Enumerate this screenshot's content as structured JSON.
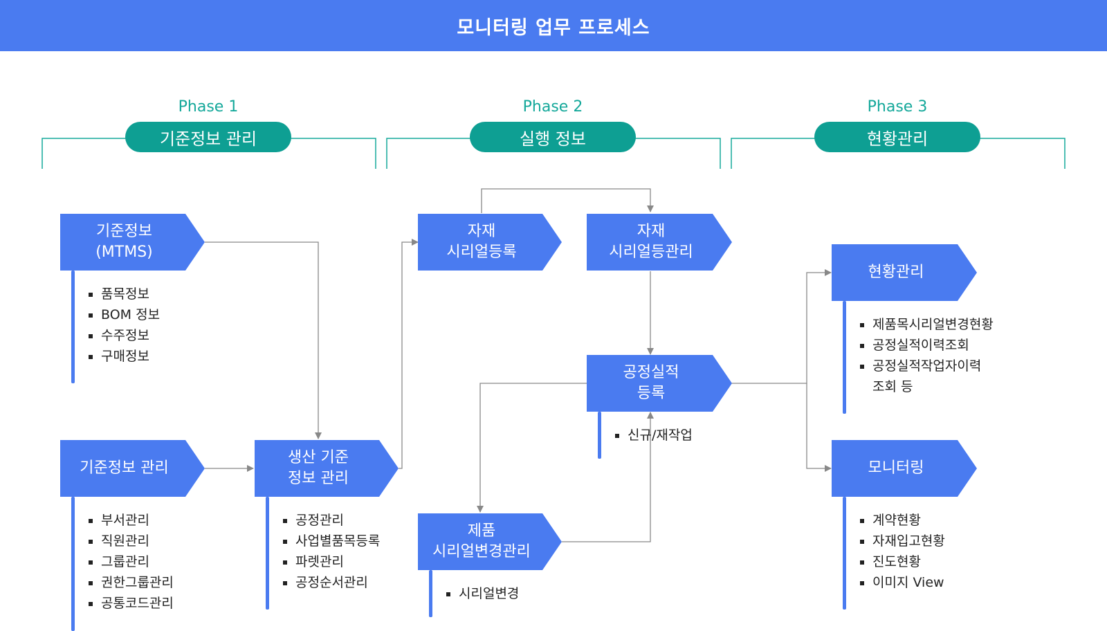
{
  "header": {
    "title": "모니터링 업무 프로세스"
  },
  "colors": {
    "header": "#4a7bf0",
    "box": "#4a7bf0",
    "phase": "#0e9f93",
    "phase_text": "#14a89a",
    "connector": "#888888"
  },
  "phases": [
    {
      "label": "Phase 1",
      "title": "기준정보 관리"
    },
    {
      "label": "Phase 2",
      "title": "실행 정보"
    },
    {
      "label": "Phase 3",
      "title": "현황관리"
    }
  ],
  "boxes": {
    "master_data_mtms": "기준정보\n(MTMS)",
    "master_data_mgmt": "기준정보 관리",
    "production_master": "생산 기준\n정보 관리",
    "material_serial_reg": "자재\n시리얼등록",
    "material_serial_mgmt": "자재\n시리얼등관리",
    "process_result_reg": "공정실적\n등록",
    "product_serial_change": "제품\n시리얼변경관리",
    "status_mgmt": "현황관리",
    "monitoring": "모니터링"
  },
  "lists": {
    "master_data_mtms": [
      "품목정보",
      "BOM 정보",
      "수주정보",
      "구매정보"
    ],
    "master_data_mgmt": [
      "부서관리",
      "직원관리",
      "그룹관리",
      "권한그룹관리",
      "공통코드관리"
    ],
    "production_master": [
      "공정관리",
      "사업별품목등록",
      "파렛관리",
      "공정순서관리"
    ],
    "process_result_reg": [
      "신규/재작업"
    ],
    "product_serial_change": [
      "시리얼변경"
    ],
    "status_mgmt": [
      "제품목시리얼변경현황",
      "공정실적이력조회",
      "공정실적작업자이력"
    ],
    "status_mgmt_cont": "조회 등",
    "monitoring": [
      "계약현황",
      "자재입고현황",
      "진도현황",
      "이미지 View"
    ]
  }
}
